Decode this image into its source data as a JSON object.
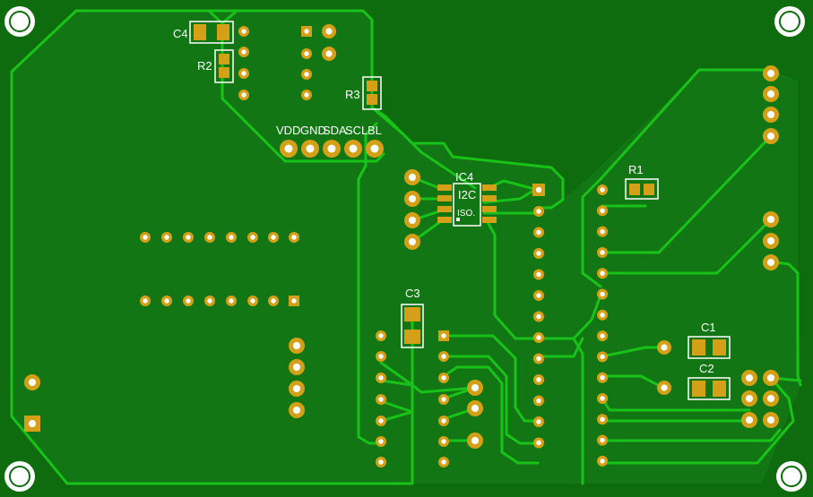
{
  "board": {
    "colors": {
      "substrate": "#0e6b0e",
      "copper_fill": "#16801a",
      "trace": "#19c219",
      "pad": "#d4a017",
      "hole": "#ffffff",
      "silkscreen": "#ffffff"
    },
    "labels": {
      "c4": "C4",
      "r2": "R2",
      "r3": "R3",
      "r1": "R1",
      "ic4": "IC4",
      "c3": "C3",
      "c1": "C1",
      "c2": "C2",
      "vdd": "VDD",
      "gnd": "GND",
      "sda": "SDA",
      "scl": "SCL",
      "bl": "BL",
      "ic_body_top": "I2C",
      "ic_body_bottom": "ISO."
    }
  }
}
